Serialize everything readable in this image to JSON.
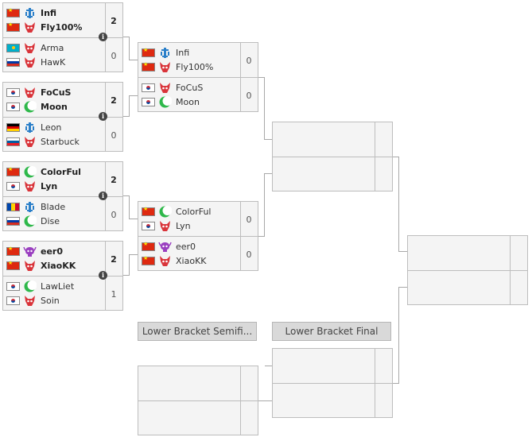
{
  "rounds": {
    "r1": [
      {
        "players": [
          {
            "name": "Infi",
            "flag": "cn",
            "race": "human",
            "score": "2",
            "winner": true
          },
          {
            "name": "Fly100%",
            "flag": "cn",
            "race": "orc",
            "score": "",
            "winner": true
          },
          {
            "name": "Arma",
            "flag": "kz",
            "race": "orc",
            "score": "0",
            "winner": false
          },
          {
            "name": "HawK",
            "flag": "ru",
            "race": "orc",
            "score": "",
            "winner": false
          }
        ]
      },
      {
        "players": [
          {
            "name": "FoCuS",
            "flag": "kr",
            "race": "orc",
            "score": "2",
            "winner": true
          },
          {
            "name": "Moon",
            "flag": "kr",
            "race": "nightelf",
            "score": "",
            "winner": true
          },
          {
            "name": "Leon",
            "flag": "de",
            "race": "human",
            "score": "0",
            "winner": false
          },
          {
            "name": "Starbuck",
            "flag": "si",
            "race": "orc",
            "score": "",
            "winner": false
          }
        ]
      },
      {
        "players": [
          {
            "name": "ColorFul",
            "flag": "cn",
            "race": "nightelf",
            "score": "2",
            "winner": true
          },
          {
            "name": "Lyn",
            "flag": "kr",
            "race": "orc",
            "score": "",
            "winner": true
          },
          {
            "name": "Blade",
            "flag": "md",
            "race": "human",
            "score": "0",
            "winner": false
          },
          {
            "name": "Dise",
            "flag": "ru",
            "race": "nightelf",
            "score": "",
            "winner": false
          }
        ]
      },
      {
        "players": [
          {
            "name": "eer0",
            "flag": "cn",
            "race": "undead",
            "score": "2",
            "winner": true
          },
          {
            "name": "XiaoKK",
            "flag": "cn",
            "race": "orc",
            "score": "",
            "winner": true
          },
          {
            "name": "LawLiet",
            "flag": "kr",
            "race": "nightelf",
            "score": "1",
            "winner": false
          },
          {
            "name": "Soin",
            "flag": "kr",
            "race": "orc",
            "score": "",
            "winner": false
          }
        ]
      }
    ],
    "r2": [
      {
        "players": [
          {
            "name": "Infi",
            "flag": "cn",
            "race": "human",
            "score": "0",
            "winner": false
          },
          {
            "name": "Fly100%",
            "flag": "cn",
            "race": "orc",
            "score": "",
            "winner": false
          },
          {
            "name": "FoCuS",
            "flag": "kr",
            "race": "orc",
            "score": "0",
            "winner": false
          },
          {
            "name": "Moon",
            "flag": "kr",
            "race": "nightelf",
            "score": "",
            "winner": false
          }
        ]
      },
      {
        "players": [
          {
            "name": "ColorFul",
            "flag": "cn",
            "race": "nightelf",
            "score": "0",
            "winner": false
          },
          {
            "name": "Lyn",
            "flag": "kr",
            "race": "orc",
            "score": "",
            "winner": false
          },
          {
            "name": "eer0",
            "flag": "cn",
            "race": "undead",
            "score": "0",
            "winner": false
          },
          {
            "name": "XiaoKK",
            "flag": "cn",
            "race": "orc",
            "score": "",
            "winner": false
          }
        ]
      }
    ]
  },
  "labels": {
    "lower_semifinal": "Lower Bracket Semifi...",
    "lower_final": "Lower Bracket Final"
  },
  "info_glyph": "i",
  "colors": {
    "box_bg": "#f4f4f4",
    "border": "#bdbdbd",
    "line": "#a8a8a8",
    "label_bg": "#d9d9d9"
  },
  "icons": {
    "human": "human-race-icon",
    "orc": "orc-race-icon",
    "nightelf": "nightelf-race-icon",
    "undead": "undead-race-icon"
  }
}
